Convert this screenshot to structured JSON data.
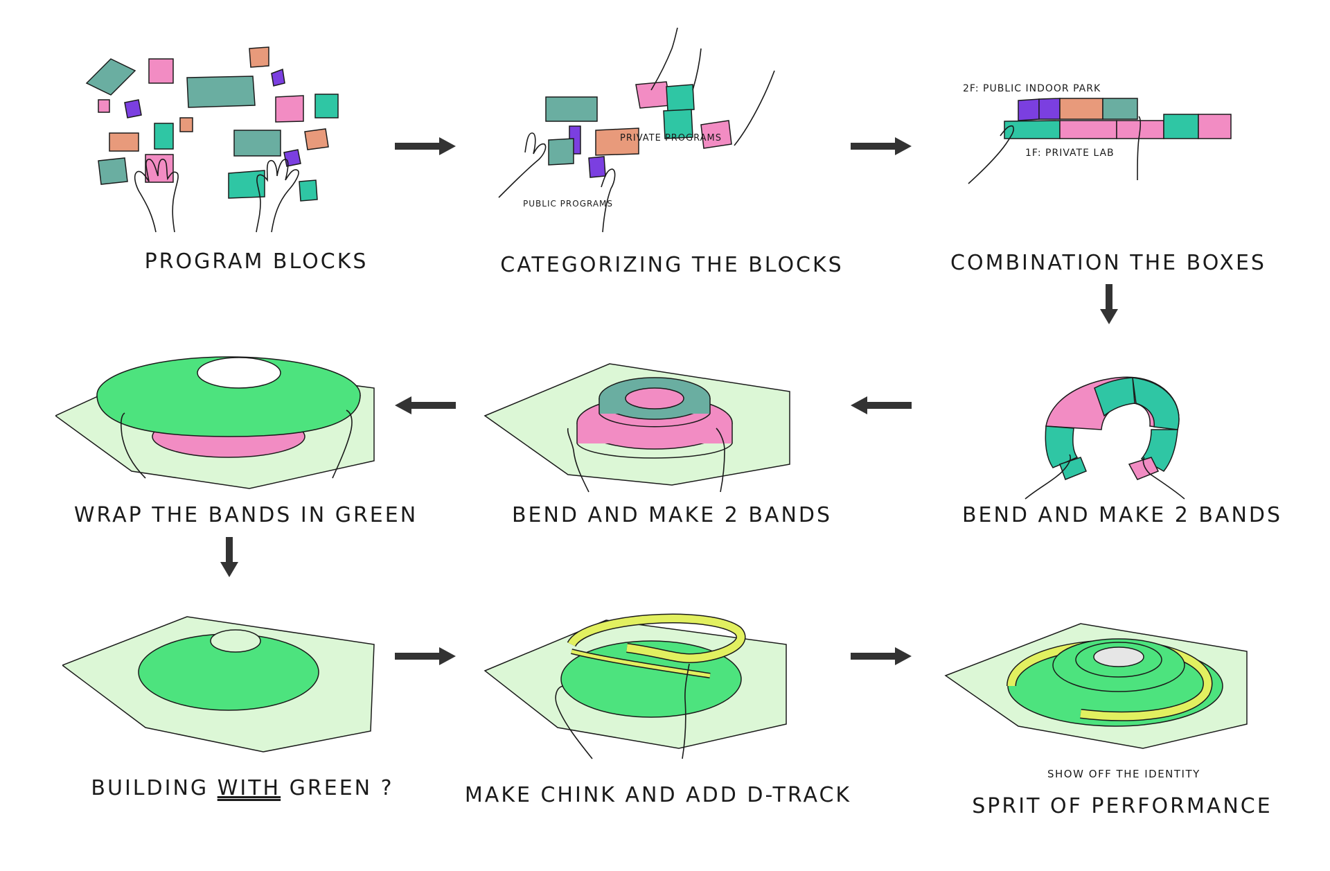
{
  "steps": [
    {
      "id": 1,
      "caption": "PROGRAM BLOCKS"
    },
    {
      "id": 2,
      "caption": "CATEGORIZING THE BLOCKS",
      "labels": {
        "private": "PRIVATE PROGRAMS",
        "public": "PUBLIC PROGRAMS"
      }
    },
    {
      "id": 3,
      "caption": "COMBINATION THE BOXES",
      "labels": {
        "top": "2F: PUBLIC INDOOR PARK",
        "bottom": "1F: PRIVATE LAB"
      }
    },
    {
      "id": 4,
      "caption": "BEND AND MAKE 2 BANDS"
    },
    {
      "id": 5,
      "caption": "BEND AND MAKE 2 BANDS"
    },
    {
      "id": 6,
      "caption": "WRAP THE BANDS IN GREEN"
    },
    {
      "id": 7,
      "caption_pre": "BUILDING",
      "caption_underlined": "WITH",
      "caption_post": "GREEN ?"
    },
    {
      "id": 8,
      "caption": "MAKE CHINK AND ADD D-TRACK"
    },
    {
      "id": 9,
      "note": "SHOW OFF THE IDENTITY",
      "caption": "SPRIT OF PERFORMANCE"
    }
  ],
  "colors": {
    "teal": "#6aaea1",
    "teal_bright": "#2fc6a4",
    "pink": "#f28cc3",
    "orange": "#e89a7b",
    "purple": "#7b3fe0",
    "green": "#4de37e",
    "pale_green": "#dcf7d6",
    "yellow": "#e2f060",
    "ink": "#1a1a1a",
    "arrow": "#333333"
  },
  "icons": [
    "hand-icon",
    "arrow-right-icon",
    "arrow-left-icon",
    "arrow-down-icon"
  ]
}
